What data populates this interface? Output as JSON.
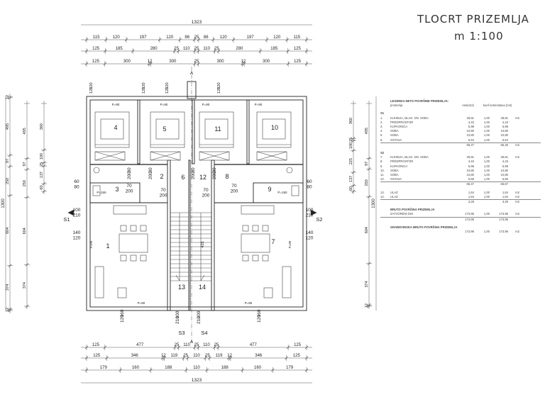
{
  "title": "TLOCRT  PRIZEMLJA",
  "scale": "m 1:100",
  "dimensions": {
    "overall_top": "1323",
    "overall_bottom": "1323",
    "overall_left": "1300",
    "overall_right": "1300",
    "top_row1": [
      "115",
      "120",
      "197",
      "120",
      "86",
      "25",
      "86",
      "120",
      "197",
      "120",
      "115"
    ],
    "top_row2": [
      "125",
      "185",
      "280",
      "25",
      "110",
      "25",
      "110",
      "25",
      "280",
      "185",
      "125"
    ],
    "top_row3": [
      "125",
      "300",
      "12",
      "300",
      "25",
      "300",
      "12",
      "300",
      "125"
    ],
    "bottom_row1": [
      "125",
      "477",
      "25",
      "110",
      "25",
      "110",
      "25",
      "477",
      "125"
    ],
    "bottom_row2": [
      "125",
      "346",
      "12",
      "119",
      "25",
      "110",
      "25",
      "119",
      "12",
      "346",
      "125"
    ],
    "bottom_row3": [
      "179",
      "160",
      "188",
      "110",
      "188",
      "160",
      "179"
    ],
    "left_outer": [
      "12",
      "495",
      "97",
      "250",
      "604",
      "374",
      "12"
    ],
    "left_inner": [
      "360",
      "100",
      "25",
      "137",
      "60"
    ],
    "right_outer": [
      "495",
      "97",
      "250",
      "604",
      "374",
      "12"
    ],
    "right_inner": [
      "360",
      "25",
      "100",
      "225",
      "137",
      "60"
    ],
    "openings_top": [
      "120\n120",
      "120\n120",
      "120\n120",
      "120\n120"
    ],
    "openings_mid": [
      "80\n200",
      "80\n200",
      "80\n200",
      "80\n200"
    ],
    "doors_mid": [
      "70\n200",
      "70\n200",
      "70\n200",
      "70\n200"
    ],
    "windows_side": [
      "60\n80",
      "60\n80"
    ],
    "doors_side": [
      "100\n210",
      "100\n210"
    ],
    "windows_lower": [
      "140\n120",
      "140\n120"
    ],
    "doors_bottom": [
      "160\n120",
      "100\n210",
      "200\n210",
      "160\n120"
    ],
    "stair_mid": "425"
  },
  "rooms": [
    "1",
    "2",
    "3",
    "4",
    "5",
    "6",
    "7",
    "8",
    "9",
    "10",
    "11",
    "12",
    "13",
    "14"
  ],
  "sections": [
    "S1",
    "S2",
    "S3",
    "S4",
    "A",
    "A"
  ],
  "parapets": [
    "P=90",
    "P=90",
    "P=90",
    "P=90",
    "P=150",
    "P=150",
    "P=90",
    "P=90",
    "P=90",
    "P=90"
  ],
  "legend": {
    "heading": "LEGENDA NETO POVRŠINE PRIZEMLJA:",
    "columns": [
      "prostorija",
      "neto(m2)",
      "koef.",
      "neto/ostava (m2)"
    ],
    "units": [
      {
        "label": "S1",
        "rows": [
          [
            "1.",
            "KUHINJA, BLAG. DN. SOBA",
            "28,81",
            "1,00",
            "28,81",
            "m2"
          ],
          [
            "2.",
            "PREDPROSTOR",
            "4,43",
            "1,00",
            "4,43",
            ""
          ],
          [
            "3.",
            "KUPAONICA",
            "5,98",
            "1,00",
            "5,98",
            ""
          ],
          [
            "4.",
            "SOBA",
            "10,80",
            "1,00",
            "10,80",
            ""
          ],
          [
            "5.",
            "SOBA",
            "10,80",
            "1,00",
            "10,80",
            ""
          ],
          [
            "6.",
            "OSTAVA",
            "5,64",
            "1,00",
            "5,64",
            ""
          ]
        ],
        "total": [
          "66,47",
          "66,46",
          "m2"
        ]
      },
      {
        "label": "S2",
        "rows": [
          [
            "7.",
            "KUHINJA, BLAG. DN. SOBA",
            "28,81",
            "1,00",
            "28,81",
            "m2"
          ],
          [
            "8.",
            "PREDPROSTOR",
            "4,43",
            "1,00",
            "4,43",
            ""
          ],
          [
            "9.",
            "KUPAONICA",
            "5,98",
            "1,00",
            "5,98",
            ""
          ],
          [
            "10.",
            "SOBA",
            "10,80",
            "1,00",
            "10,80",
            ""
          ],
          [
            "11.",
            "SOBA",
            "10,80",
            "1,00",
            "10,80",
            ""
          ],
          [
            "12.",
            "OSTAVA",
            "5,65",
            "1,00",
            "5,65",
            ""
          ]
        ],
        "total": [
          "66,47",
          "66,67",
          ""
        ]
      },
      {
        "label": "",
        "rows": [
          [
            "13.",
            "ULAZ",
            "1,64",
            "1,00",
            "1,64",
            "m2"
          ],
          [
            "14.",
            "ULAZ",
            "1,64",
            "1,00",
            "1,64",
            "m2"
          ]
        ],
        "total": [
          "3,28",
          "3,28",
          "m2"
        ]
      }
    ],
    "gross_heading": "BRUTO POVRŠINA PRIZEMLJA",
    "gross_row": [
      "ZATVORENI DIO",
      "173,96",
      "1,00",
      "173,96",
      "m2"
    ],
    "gross_total": [
      "173,96",
      "173,96"
    ],
    "final_heading": "GRAĐEVINSKA BRUTO POVRŠINA PRIZEMLJA",
    "final_row": [
      "173,96",
      "1,00",
      "173,96",
      "m2"
    ]
  }
}
